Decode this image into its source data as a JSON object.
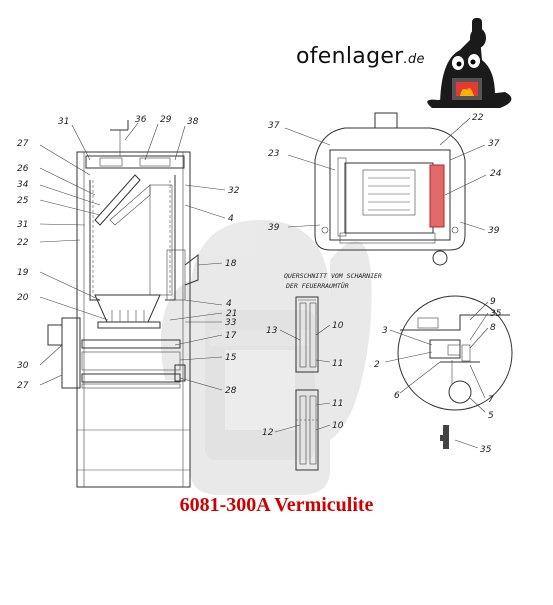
{
  "brand": {
    "name": "ofenlager",
    "tld": ".de",
    "logo_icon": "stove-mascot-icon",
    "highlight_color": "#e53935"
  },
  "section_label": {
    "line1": "QUERSCHNITT VOM SCHARNIER",
    "line2": "DER FEUERRAUMTÜR"
  },
  "caption": {
    "text": "6081-300A Vermiculite",
    "color": "#d00000"
  },
  "part_labels": [
    "31",
    "36",
    "29",
    "38",
    "27",
    "26",
    "34",
    "25",
    "31",
    "22",
    "32",
    "4",
    "18",
    "19",
    "20",
    "4",
    "21",
    "33",
    "17",
    "30",
    "15",
    "27",
    "28",
    "37",
    "22",
    "37",
    "23",
    "24",
    "39",
    "39",
    "13",
    "10",
    "11",
    "11",
    "12",
    "10",
    "9",
    "35",
    "3",
    "8",
    "2",
    "6",
    "7",
    "5",
    "35"
  ]
}
